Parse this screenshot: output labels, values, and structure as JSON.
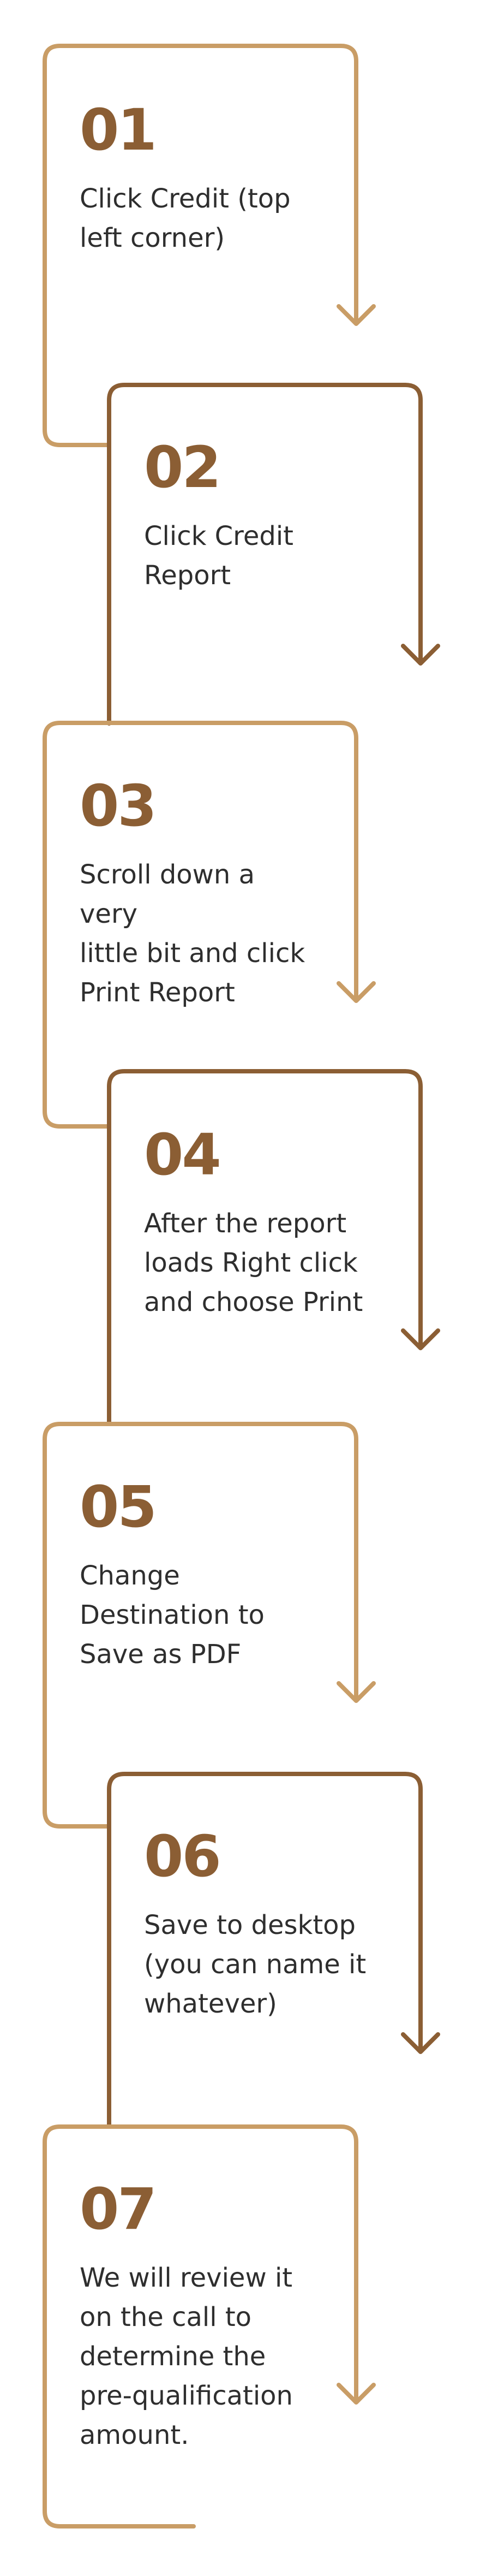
{
  "colors": {
    "light": "#c99d66",
    "dark": "#8b5e34",
    "text": "#2e2e2e"
  },
  "steps": [
    {
      "number": "01",
      "text": "Click Credit (top\nleft corner)",
      "tone": "light"
    },
    {
      "number": "02",
      "text": "Click Credit\nReport",
      "tone": "dark"
    },
    {
      "number": "03",
      "text": "Scroll down a very\nlittle bit and click\nPrint Report",
      "tone": "light"
    },
    {
      "number": "04",
      "text": "After the report\nloads Right click\nand choose Print",
      "tone": "dark"
    },
    {
      "number": "05",
      "text": "Change\nDestination to\nSave as PDF",
      "tone": "light"
    },
    {
      "number": "06",
      "text": "Save to desktop\n(you can name it\nwhatever)",
      "tone": "dark"
    },
    {
      "number": "07",
      "text": "We will review it\non the call to\ndetermine the\npre-qualification\namount.",
      "tone": "light"
    }
  ]
}
